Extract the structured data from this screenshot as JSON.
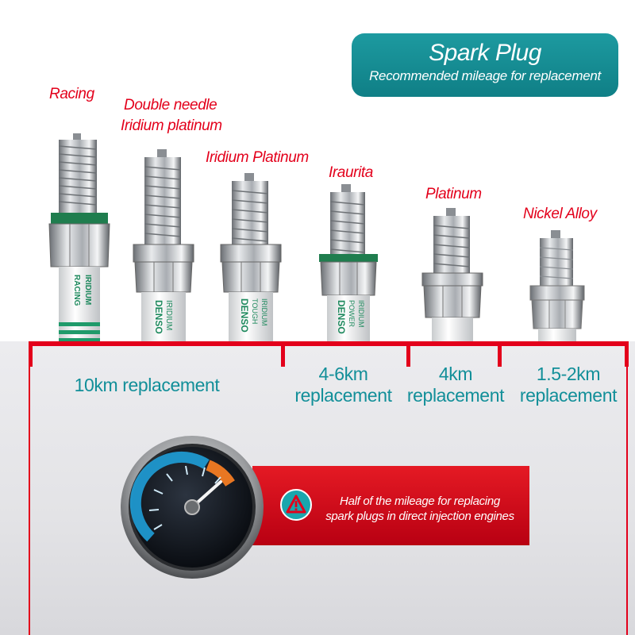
{
  "title": {
    "main": "Spark Plug",
    "sub": "Recommended mileage for replacement"
  },
  "plugs": [
    {
      "label": "Racing",
      "marking_brand": "",
      "marking_line1": "IRIDIUM",
      "marking_line2": "RACING"
    },
    {
      "label_line1": "Double needle",
      "label_line2": "Iridium platinum",
      "marking_brand": "DENSO",
      "marking_line1": "IRIDIUM",
      "marking_line2": ""
    },
    {
      "label": "Iridium Platinum",
      "marking_brand": "DENSO",
      "marking_line1": "IRIDIUM",
      "marking_line2": "TOUGH"
    },
    {
      "label": "Iraurita",
      "marking_brand": "DENSO",
      "marking_line1": "IRIDIUM",
      "marking_line2": "POWER"
    },
    {
      "label": "Platinum"
    },
    {
      "label": "Nickel Alloy"
    }
  ],
  "segments": [
    {
      "line1": "10km replacement",
      "line2": ""
    },
    {
      "line1": "4-6km",
      "line2": "replacement"
    },
    {
      "line1": "4km",
      "line2": "replacement"
    },
    {
      "line1": "1.5-2km",
      "line2": "replacement"
    }
  ],
  "notice": {
    "line1": "Half of the mileage for replacing",
    "line2": "spark plugs in direct injection engines",
    "icon": "warning-icon"
  },
  "colors": {
    "accent_red": "#e3001b",
    "teal": "#128f99",
    "title_bg": "#1d9aa0"
  }
}
